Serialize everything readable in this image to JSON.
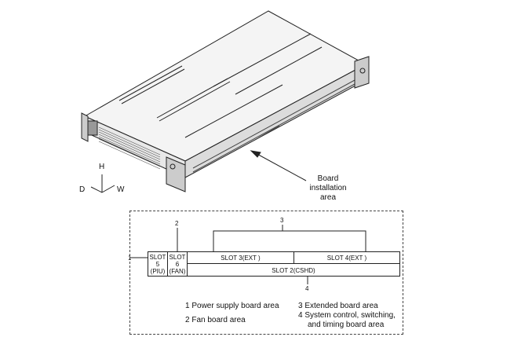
{
  "axes": {
    "h": "H",
    "d": "D",
    "w": "W"
  },
  "callout": {
    "line1": "Board",
    "line2": "installation",
    "line3": "area"
  },
  "slots": {
    "slot5_line1": "SLOT",
    "slot5_line2": "5",
    "slot5_line3": "(PIU)",
    "slot6_line1": "SLOT",
    "slot6_line2": "6",
    "slot6_line3": "(FAN)",
    "slot3": "SLOT 3(EXT )",
    "slot4": "SLOT 4(EXT )",
    "slot2": "SLOT 2(CSHD)"
  },
  "callout_numbers": {
    "n1": "1",
    "n2": "2",
    "n3": "3",
    "n4": "4"
  },
  "legend": {
    "item1": "1 Power supply board area",
    "item2": "2 Fan board area",
    "item3": "3 Extended board area",
    "item4_line1": "4 System control, switching,",
    "item4_line2": "and timing board area"
  }
}
